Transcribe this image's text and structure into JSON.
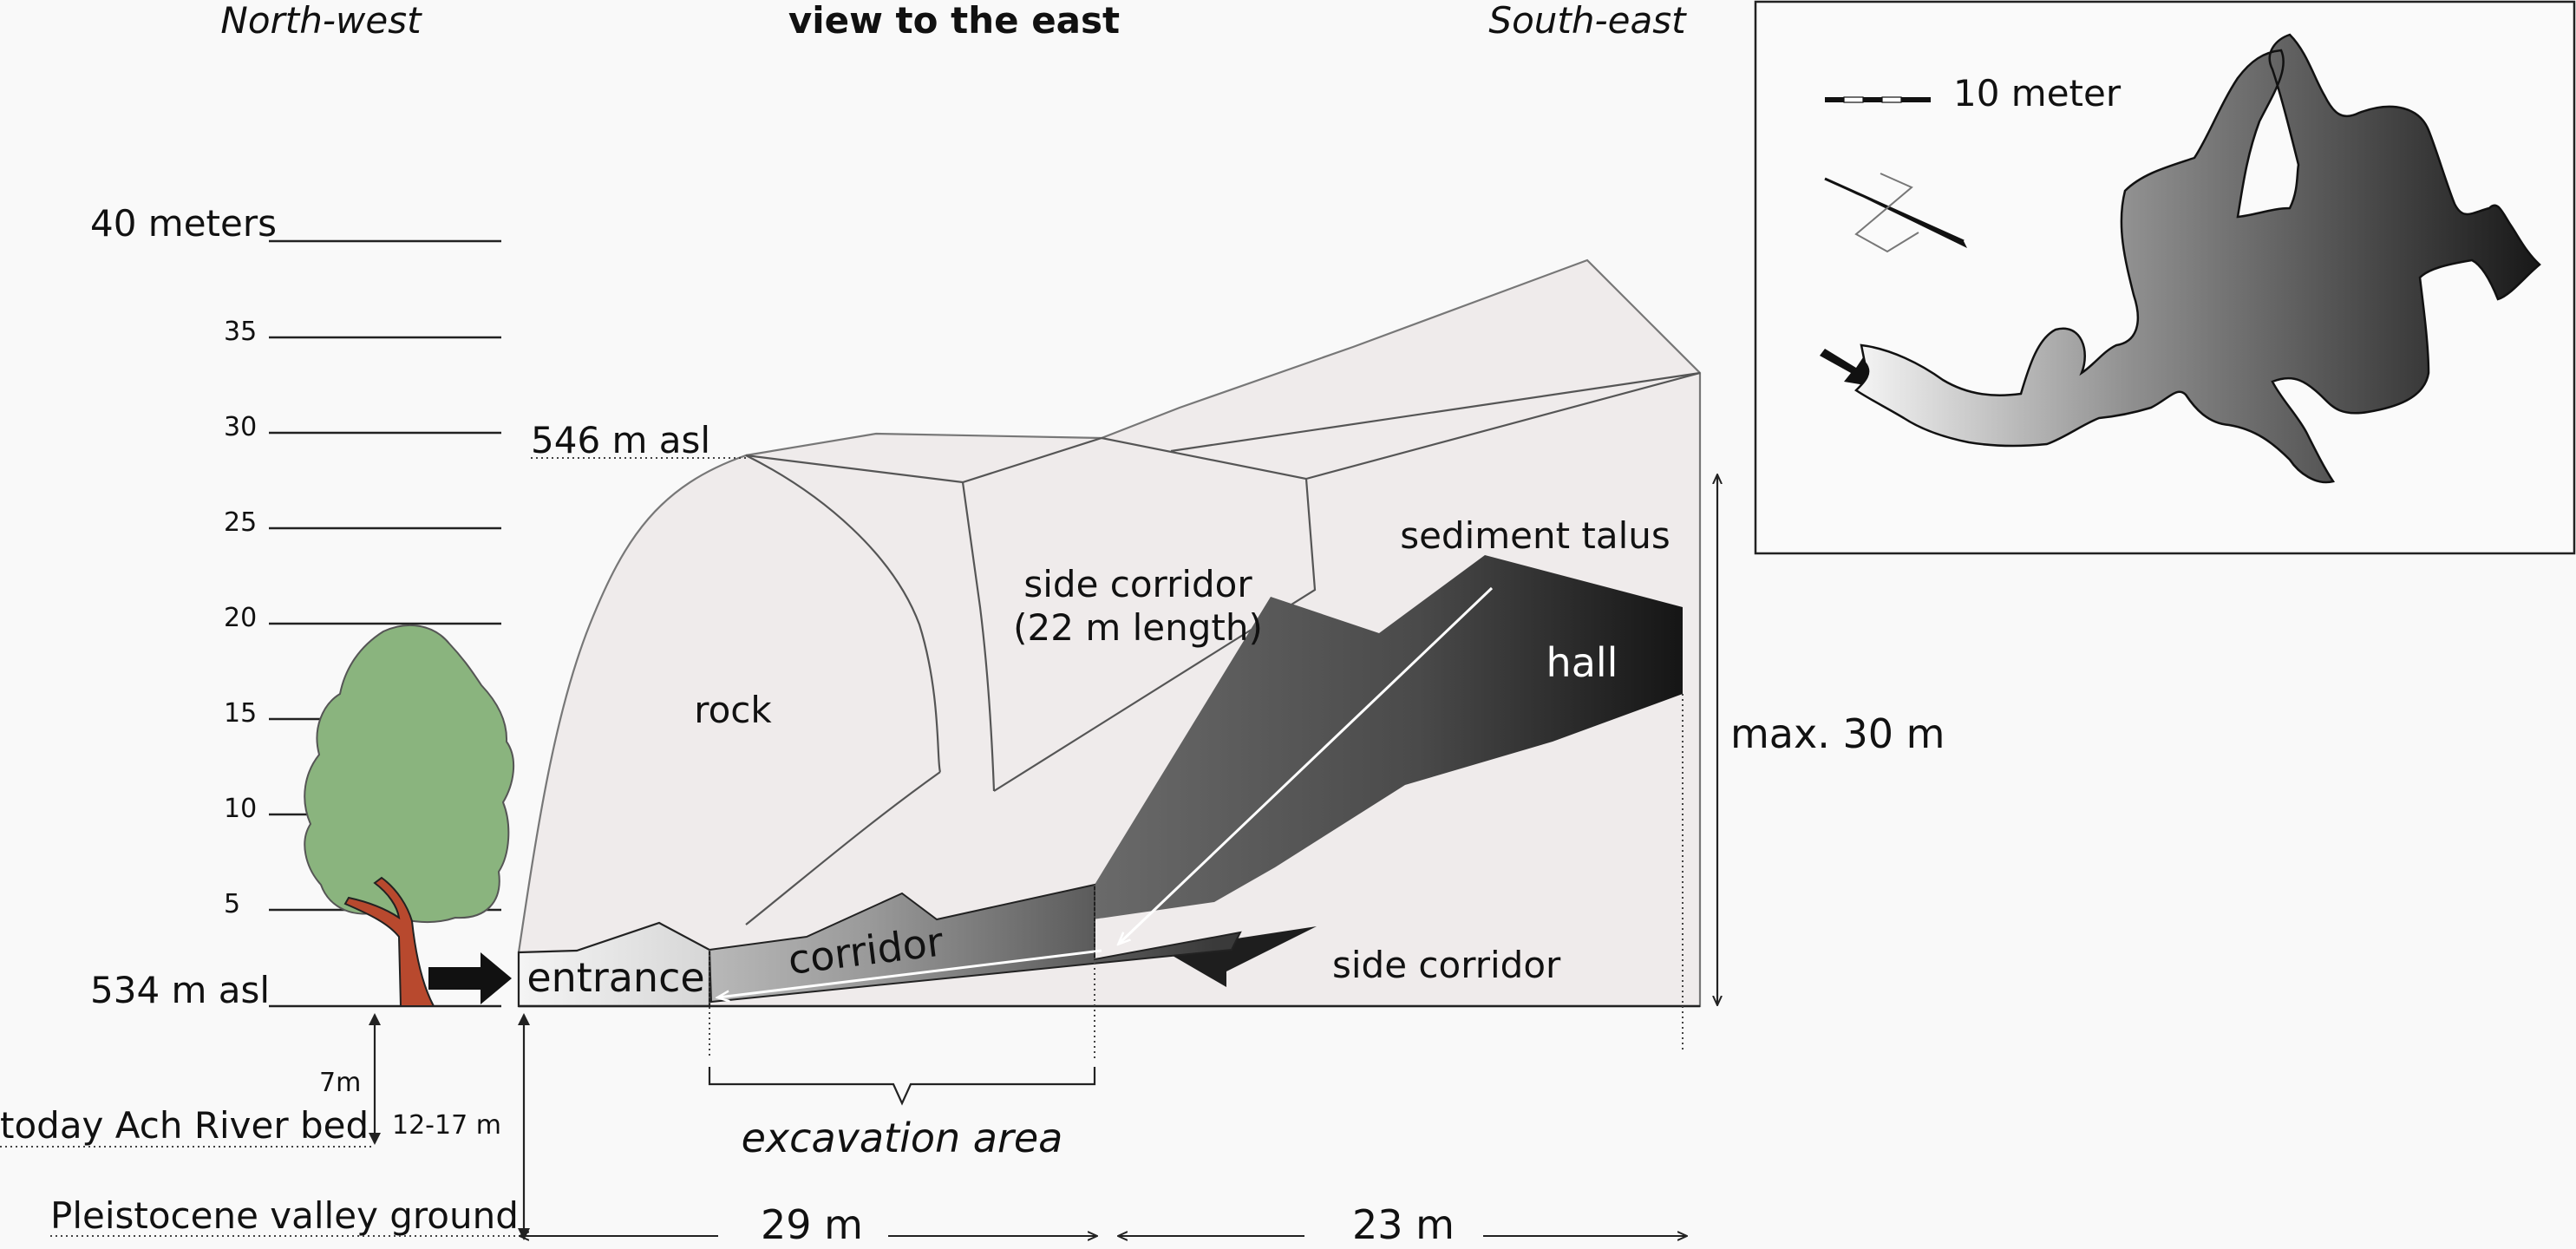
{
  "header": {
    "left": "North-west",
    "center": "view  to the east",
    "right": "South-east"
  },
  "scale": {
    "top_label": "40 meters",
    "ticks": [
      "35",
      "30",
      "25",
      "20",
      "15",
      "10",
      "5"
    ],
    "base_label": "534 m asl"
  },
  "profile": {
    "top_elevation": "546 m asl",
    "rock": "rock",
    "side_corridor_upper_1": "side corridor",
    "side_corridor_upper_2": "(22 m length)",
    "sediment_talus": "sediment talus",
    "hall": "hall",
    "entrance": "entrance",
    "corridor": "corridor",
    "side_corridor_lower": "side corridor",
    "max_height": "max. 30 m"
  },
  "below": {
    "offset_small": "7m",
    "offset_large": "12-17 m",
    "river_bed": "today Ach River bed",
    "valley_ground": "Pleistocene valley ground",
    "excavation": "excavation area",
    "dist_1": "29 m",
    "dist_2": "23 m"
  },
  "inset": {
    "scale_label": "10 meter"
  },
  "colors": {
    "rock_fill": "#efebeb",
    "tree_green": "#8ab47e",
    "trunk": "#b8492e",
    "hall_dark": "#1e1e1e"
  }
}
